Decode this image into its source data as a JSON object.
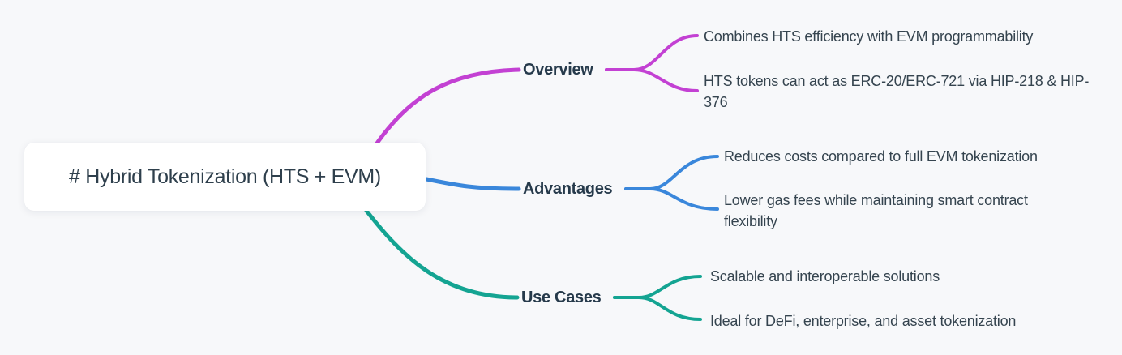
{
  "root": {
    "label": "# Hybrid Tokenization (HTS + EVM)"
  },
  "branches": [
    {
      "label": "Overview",
      "color": "#c341d3",
      "children": [
        {
          "text": "Combines HTS efficiency with EVM programmability"
        },
        {
          "text": "HTS tokens can act as ERC-20/ERC-721 via HIP-218 & HIP-376"
        }
      ]
    },
    {
      "label": "Advantages",
      "color": "#3a87db",
      "children": [
        {
          "text": "Reduces costs compared to full EVM tokenization"
        },
        {
          "text": "Lower gas fees while maintaining smart contract flexibility"
        }
      ]
    },
    {
      "label": "Use Cases",
      "color": "#14a492",
      "children": [
        {
          "text": "Scalable and interoperable solutions"
        },
        {
          "text": "Ideal for DeFi, enterprise, and asset tokenization"
        }
      ]
    }
  ],
  "colors": {
    "background": "#f7f8fa",
    "node_background": "#ffffff",
    "root_text": "#2e3f4c",
    "branch_label_text": "#263a4b",
    "leaf_text": "#35444f"
  }
}
